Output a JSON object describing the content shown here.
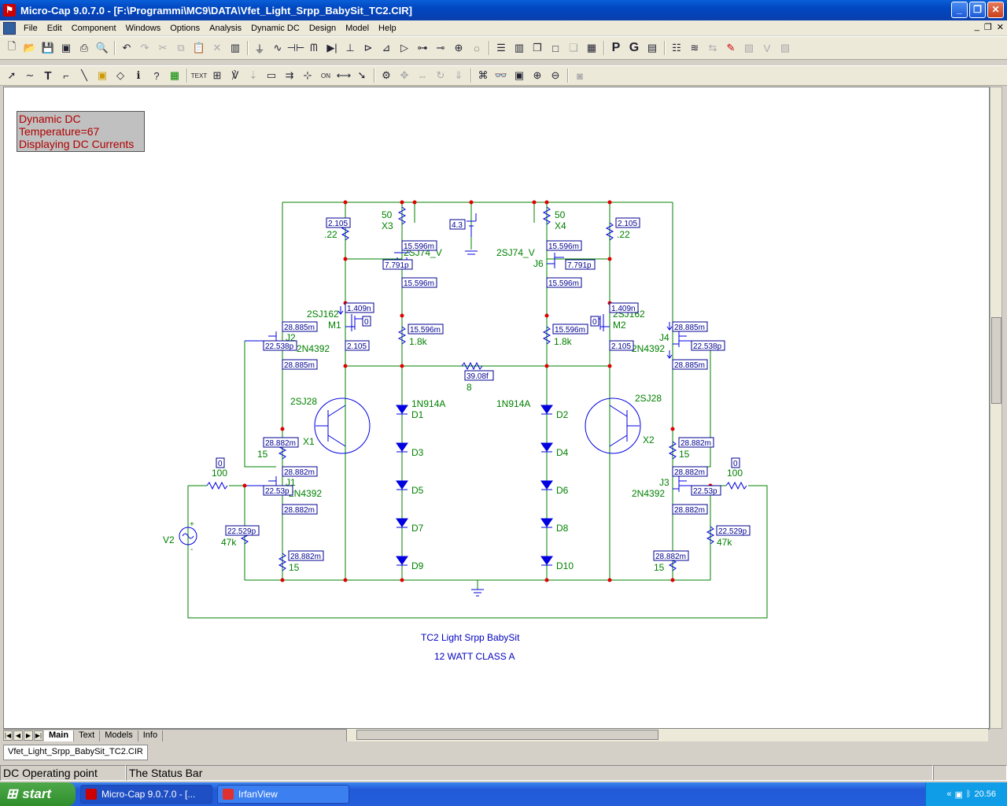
{
  "window": {
    "title": "Micro-Cap 9.0.7.0 - [F:\\Programmi\\MC9\\DATA\\Vfet_Light_Srpp_BabySit_TC2.CIR]",
    "app_icon": "microcap-icon"
  },
  "menu": [
    "File",
    "Edit",
    "Component",
    "Windows",
    "Options",
    "Analysis",
    "Dynamic DC",
    "Design",
    "Model",
    "Help"
  ],
  "toolbar1": [
    "new",
    "open",
    "save",
    "save-all",
    "print",
    "print-preview",
    "undo",
    "redo",
    "cut",
    "copy",
    "paste",
    "delete",
    "select-all",
    "ground",
    "resistor",
    "capacitor",
    "inductor",
    "diode",
    "battery",
    "npn",
    "jfet",
    "opamp",
    "switch",
    "source",
    "vsource",
    "isource",
    "tile-h",
    "tile-v",
    "cascade",
    "maximize",
    "restore",
    "calculator",
    "P",
    "G",
    "window"
  ],
  "toolbar2": [
    "select",
    "wire",
    "text",
    "line",
    "diagonal",
    "shapes",
    "flags",
    "info",
    "help",
    "pan",
    "text-mode",
    "node-numbers",
    "pin-connections",
    "grid",
    "attribute",
    "cross-probe",
    "mirror",
    "rotate",
    "step",
    "find",
    "zoom-in",
    "zoom-out",
    "camera"
  ],
  "info_box": {
    "line1": "Dynamic DC",
    "line2": "Temperature=67",
    "line3": "Displaying DC Currents"
  },
  "schematic": {
    "caption1": "TC2 Light Srpp BabySit",
    "caption2": "12 WATT CLASS A",
    "labels": {
      "r50a": "50",
      "x3": "X3",
      "src43": "4.3",
      "r2105a": "2.105",
      "r022a": ".22",
      "j6": "J6",
      "r50b": "50",
      "x4": "X4",
      "r2105b": "2.105",
      "r022b": ".22",
      "sj74a": "2SJ74_V",
      "sj74b": "2SJ74_V",
      "m1type": "2SJ162",
      "m1": "M1",
      "m2type": "2SJ162",
      "m2": "M2",
      "r18ka": "1.8k",
      "r18kb": "1.8k",
      "j2": "J2",
      "j2type": "2N4392",
      "j4": "J4",
      "j4type": "2N4392",
      "r8": "8",
      "sj28a": "2SJ28",
      "sj28b": "2SJ28",
      "x1": "X1",
      "x2": "X2",
      "d1type": "1N914A",
      "d2type": "1N914A",
      "d1": "D1",
      "d2": "D2",
      "d3": "D3",
      "d4": "D4",
      "d5": "D5",
      "d6": "D6",
      "d7": "D7",
      "d8": "D8",
      "d9": "D9",
      "d10": "D10",
      "r15a": "15",
      "r15b": "15",
      "r15c": "15",
      "r15d": "15",
      "j1": "J1",
      "j1type": "2N4392",
      "j3": "J3",
      "j3type": "2N4392",
      "r100a": "100",
      "r100b": "100",
      "r47ka": "47k",
      "r47kb": "47k",
      "v2": "V2",
      "z0a": "0",
      "z0b": "0"
    },
    "values": {
      "v15596a": "15.596m",
      "v7791a": "7.791p",
      "v15596b": "15.596m",
      "v15596c": "15.596m",
      "v7791b": "7.791p",
      "v15596d": "15.596m",
      "v1409a": "1.409n",
      "v0a": "0",
      "v2105c": "2.105",
      "v1409b": "1.409n",
      "v0b": "0",
      "v2105d": "2.105",
      "v15596e": "15.596m",
      "v15596f": "15.596m",
      "v28885a": "28.885m",
      "v22538a": "22.538p",
      "v28885b": "28.885m",
      "v28885c": "28.885m",
      "v22538b": "22.538p",
      "v28885d": "28.885m",
      "v3908": "39.08f",
      "v28882a": "28.882m",
      "v28882b": "28.882m",
      "v2253a": "22.53p",
      "v28882c": "28.882m",
      "v22529a": "22.529p",
      "v28882d": "28.882m",
      "v28882e": "28.882m",
      "v28882f": "28.882m",
      "v2253b": "22.53p",
      "v28882g": "28.882m",
      "v22529b": "22.529p",
      "v28882h": "28.882m"
    }
  },
  "sheet_tabs": [
    "Main",
    "Text",
    "Models",
    "Info"
  ],
  "file_tab": "Vfet_Light_Srpp_BabySit_TC2.CIR",
  "status": {
    "left": "DC Operating point",
    "right": "The Status Bar"
  },
  "taskbar": {
    "start": "start",
    "tasks": [
      "Micro-Cap 9.0.7.0 - [...",
      "IrfanView"
    ],
    "clock": "20.56"
  }
}
